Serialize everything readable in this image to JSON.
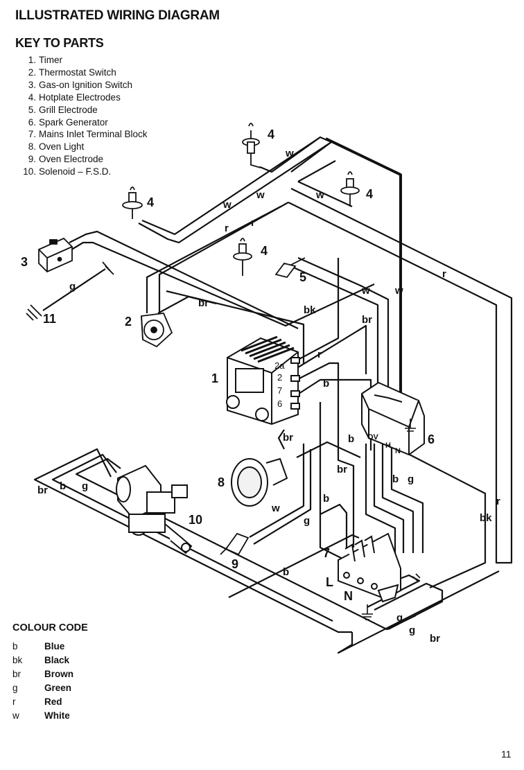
{
  "title": "ILLUSTRATED WIRING DIAGRAM",
  "key_heading": "KEY TO PARTS",
  "parts": [
    {
      "num": "1.",
      "name": "Timer"
    },
    {
      "num": "2.",
      "name": "Thermostat Switch"
    },
    {
      "num": "3.",
      "name": "Gas-on Ignition Switch"
    },
    {
      "num": "4.",
      "name": "Hotplate Electrodes"
    },
    {
      "num": "5.",
      "name": "Grill Electrode"
    },
    {
      "num": "6.",
      "name": "Spark Generator"
    },
    {
      "num": "7.",
      "name": "Mains Inlet Terminal Block"
    },
    {
      "num": "8.",
      "name": "Oven Light"
    },
    {
      "num": "9.",
      "name": "Oven Electrode"
    },
    {
      "num": "10.",
      "name": "Solenoid – F.S.D."
    }
  ],
  "callouts": {
    "timer": "1",
    "thermostat": "2",
    "ignition_switch": "3",
    "hotplate": "4",
    "grill": "5",
    "spark_generator": "6",
    "terminal_block": "7",
    "oven_light": "8",
    "oven_electrode": "9",
    "solenoid": "10",
    "earth": "11"
  },
  "timer_terminals": [
    "2a",
    "2",
    "7",
    "6"
  ],
  "spark_terminals": {
    "ov": "OV",
    "h": "H",
    "n": "N"
  },
  "block_terminals": {
    "seven": "7",
    "l": "L",
    "n": "N"
  },
  "wire_labels": {
    "w": "w",
    "r": "r",
    "g": "g",
    "b": "b",
    "bk": "bk",
    "br": "br"
  },
  "colour_heading": "COLOUR CODE",
  "colour_code": [
    {
      "code": "b",
      "colour": "Blue"
    },
    {
      "code": "bk",
      "colour": "Black"
    },
    {
      "code": "br",
      "colour": "Brown"
    },
    {
      "code": "g",
      "colour": "Green"
    },
    {
      "code": "r",
      "colour": "Red"
    },
    {
      "code": "w",
      "colour": "White"
    }
  ],
  "page_number": "11"
}
